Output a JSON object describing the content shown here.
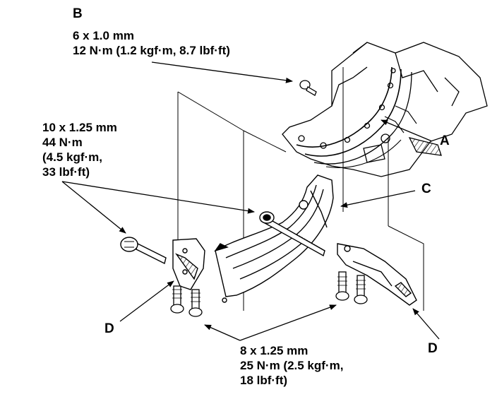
{
  "labels": {
    "a": "A",
    "b": "B",
    "c": "C",
    "d_left": "D",
    "d_right": "D"
  },
  "specs": {
    "b": [
      "6 x 1.0 mm",
      "12 N·m (1.2 kgf·m, 8.7 lbf·ft)"
    ],
    "c": [
      "10 x 1.25 mm",
      "44 N·m",
      "(4.5 kgf·m,",
      "33 lbf·ft)"
    ],
    "d": [
      "8 x 1.25 mm",
      "25 N·m (2.5 kgf·m,",
      "18 lbf·ft)"
    ]
  }
}
